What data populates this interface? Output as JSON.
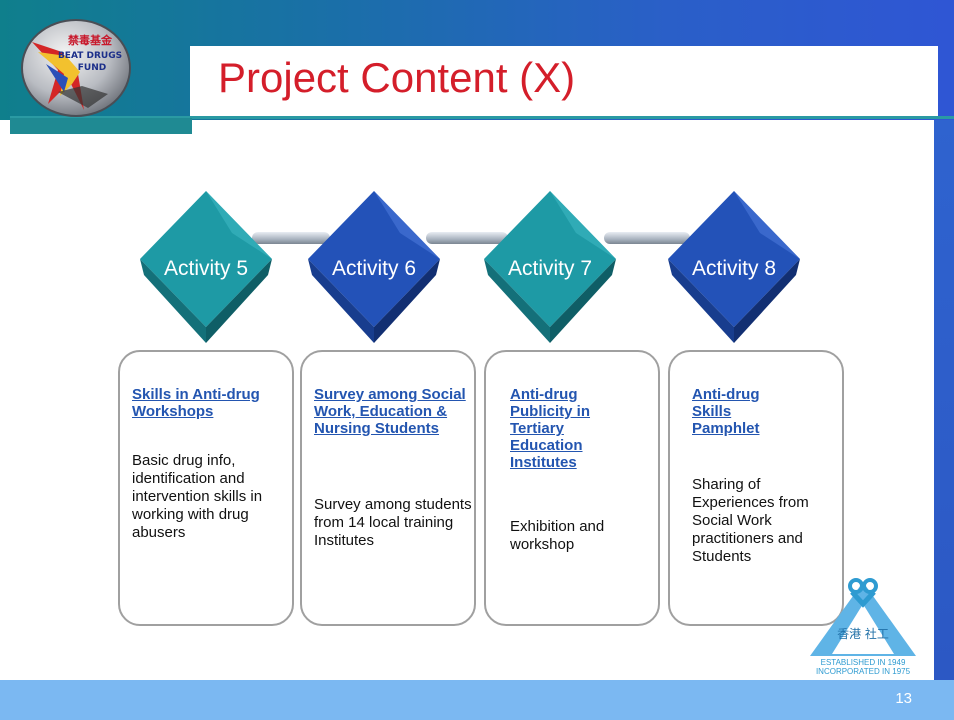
{
  "slide": {
    "title": "Project Content (X)",
    "page_number": "13"
  },
  "logo": {
    "text_line1": "禁毒基金",
    "text_line2": "BEAT DRUGS",
    "text_line3": "FUND"
  },
  "activities": [
    {
      "label": "Activity 5",
      "heading": "Skills in Anti-drug Workshops",
      "body": "Basic drug info, identification and intervention skills in working with drug abusers"
    },
    {
      "label": "Activity 6",
      "heading": "Survey among Social Work, Education & Nursing Students",
      "body": "Survey among students from 14 local training Institutes"
    },
    {
      "label": "Activity 7",
      "heading": "Anti-drug Publicity in Tertiary Education Institutes",
      "body": "Exhibition and workshop"
    },
    {
      "label": "Activity 8",
      "heading": "Anti-drug Skills Pamphlet",
      "body": "Sharing of Experiences from Social Work practitioners and Students"
    }
  ],
  "org_logo": {
    "chinese": "香港 社工",
    "established": "ESTABLISHED IN 1949",
    "incorporated": "INCORPORATED IN 1975"
  },
  "colors": {
    "title": "#d41e2a",
    "cube_teal": "#1e9aa5",
    "cube_blue": "#2352b8",
    "heading": "#2355b0",
    "footer": "#7bb8f2"
  }
}
